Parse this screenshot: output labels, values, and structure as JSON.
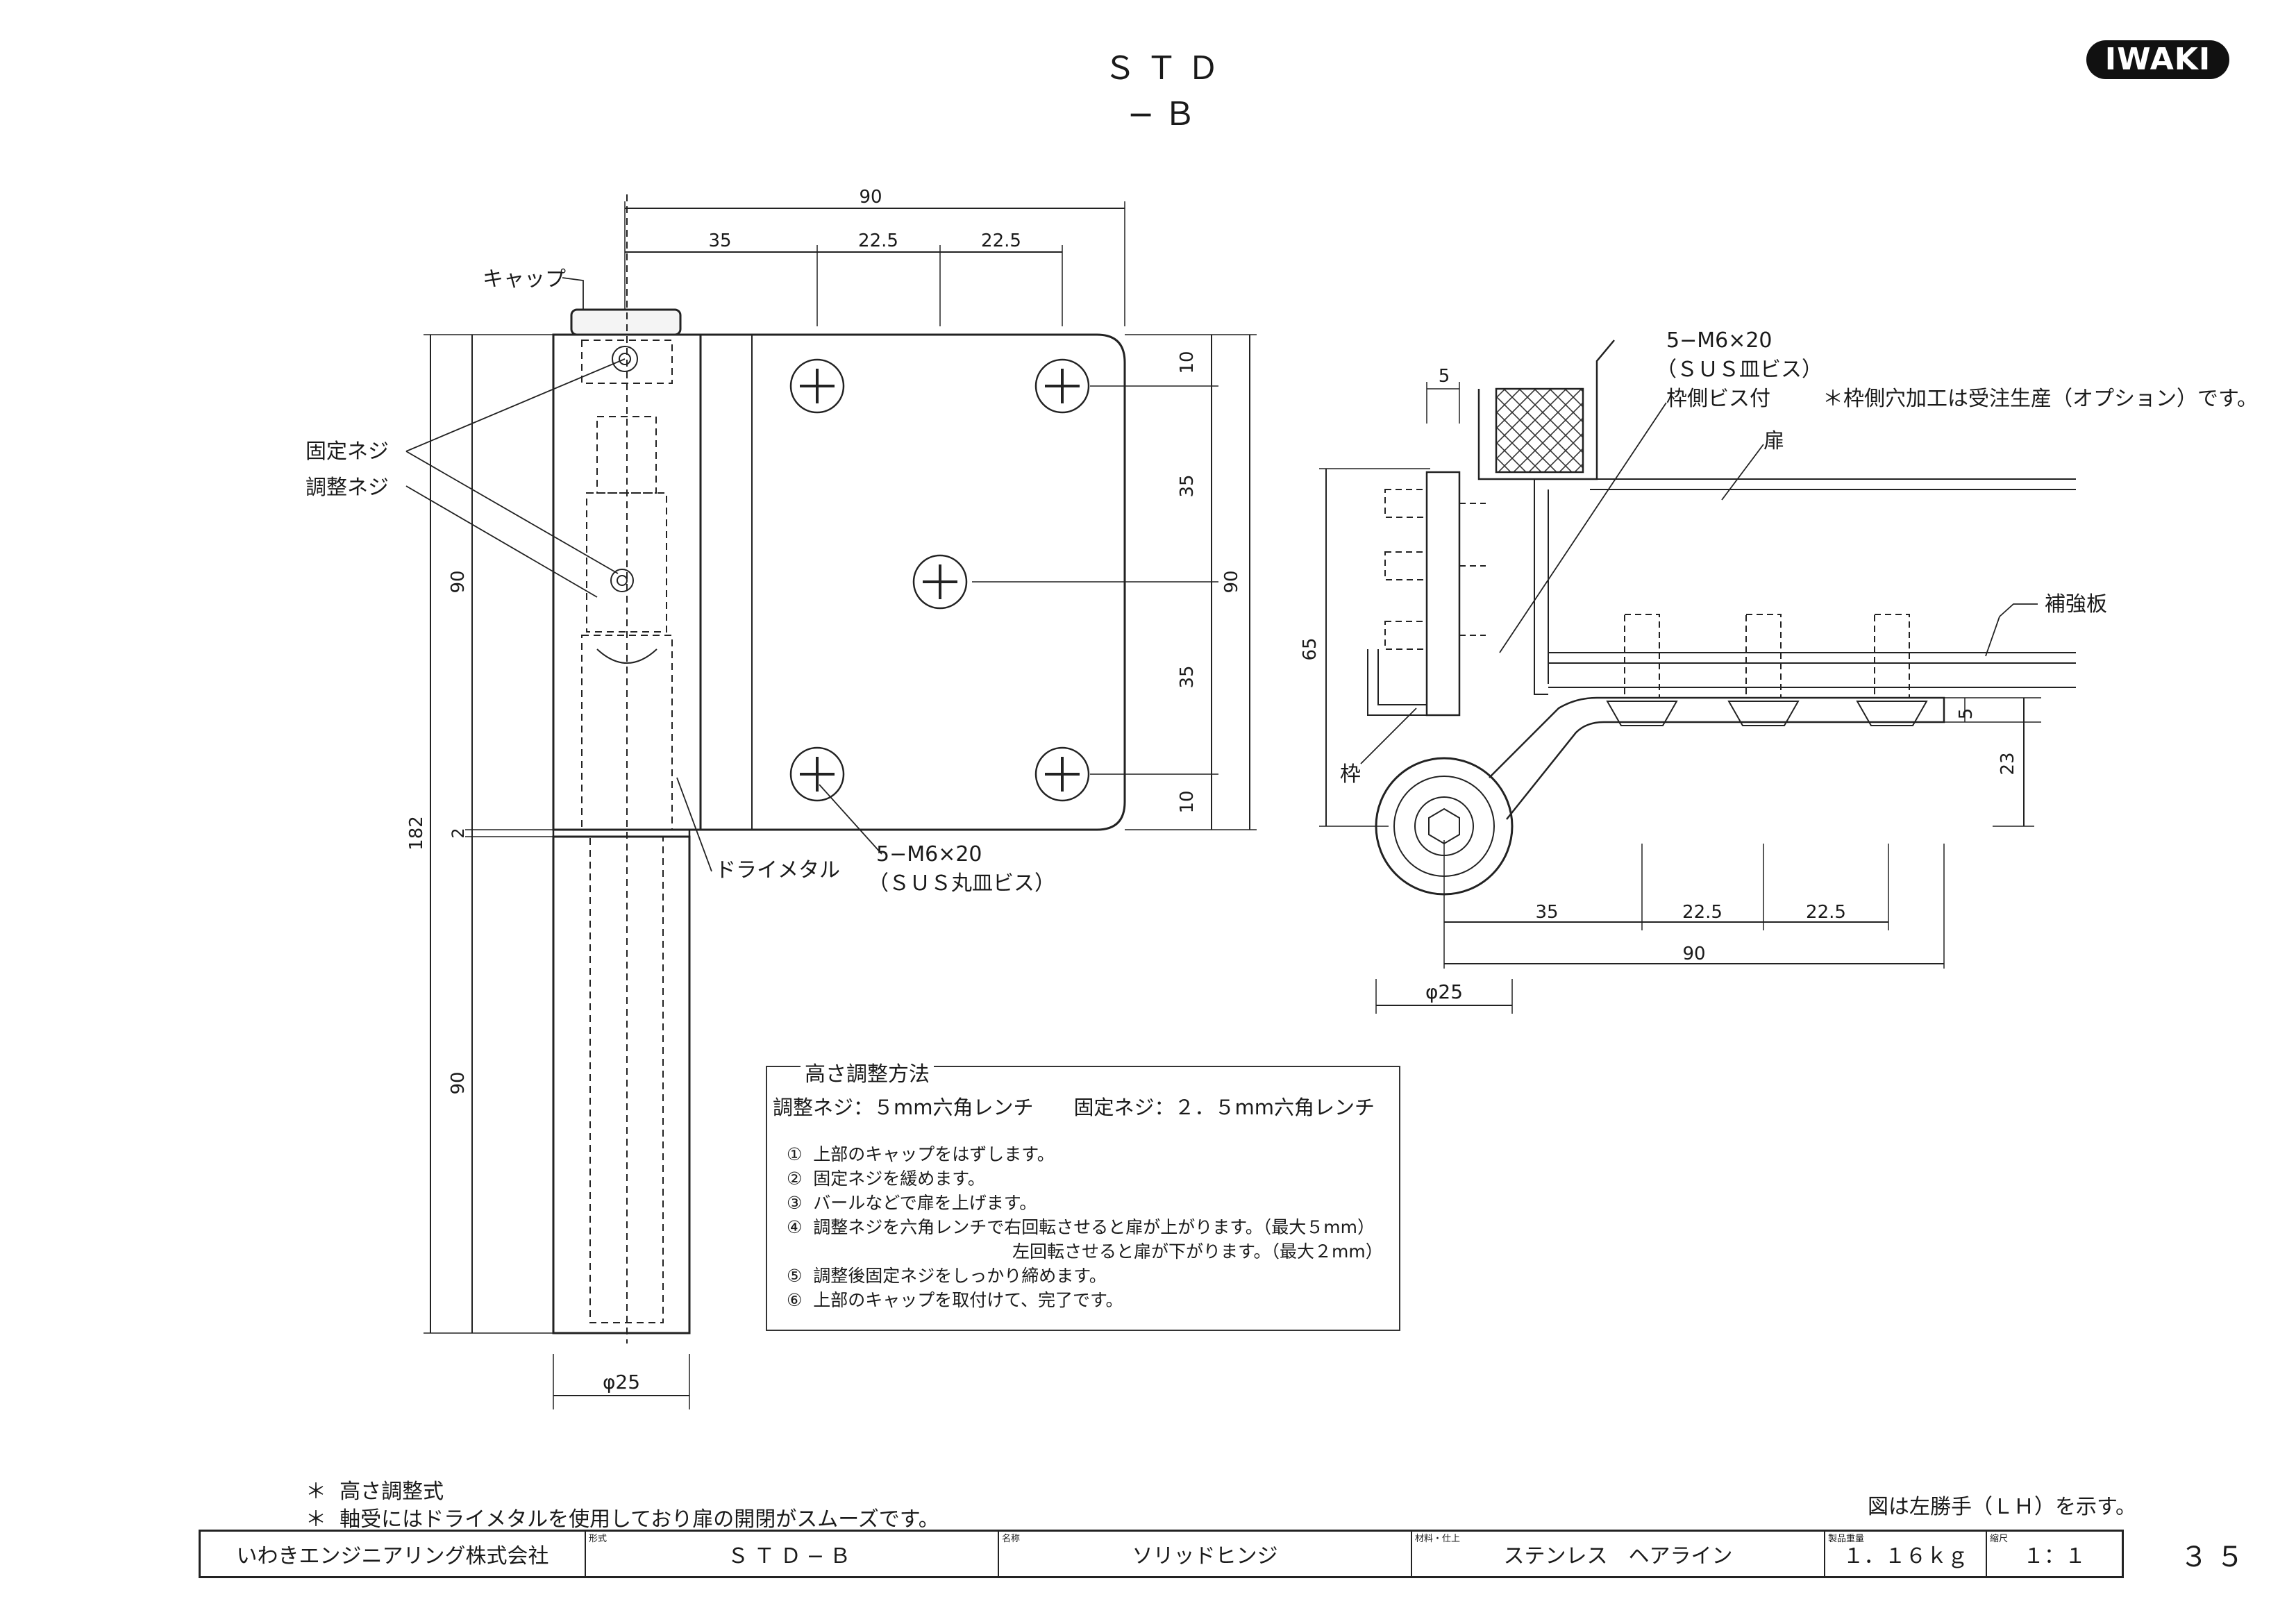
{
  "header": {
    "title": "ＳＴＤ−Ｂ",
    "logo": "IWAKI"
  },
  "front_view": {
    "dims": {
      "overall_width": "90",
      "d35": "35",
      "d22_5a": "22.5",
      "d22_5b": "22.5",
      "right_10_top": "10",
      "right_35_a": "35",
      "right_35_b": "35",
      "right_10_bot": "10",
      "right_90": "90",
      "left_90_top": "90",
      "left_2": "2",
      "left_182": "182",
      "left_90_bot": "90",
      "diameter": "φ25"
    },
    "labels": {
      "cap": "キャップ",
      "fixing_screw": "固定ネジ",
      "adjust_screw": "調整ネジ",
      "dry_metal": "ドライメタル",
      "screw_spec": "5−M6×20",
      "screw_type": "（ＳＵＳ丸皿ビス）"
    }
  },
  "section_view": {
    "dims": {
      "d5_top": "5",
      "d65": "65",
      "d5_right": "5",
      "d23": "23",
      "d35": "35",
      "d22_5a": "22.5",
      "d22_5b": "22.5",
      "d90": "90",
      "diameter": "φ25"
    },
    "labels": {
      "screw_spec": "5−M6×20",
      "screw_type": "（ＳＵＳ皿ビス）",
      "frame_screw": "枠側ビス付",
      "option_note": "＊枠側穴加工は受注生産（オプション）です。",
      "door": "扉",
      "reinforcement": "補強板",
      "frame": "枠"
    }
  },
  "height_adjustment": {
    "title": "高さ調整方法",
    "tools": "調整ネジ：５mm六角レンチ　　固定ネジ：２．５mm六角レンチ",
    "steps": [
      "①  上部のキャップをはずします。",
      "②  固定ネジを緩めます。",
      "③  バールなどで扉を上げます。",
      "④  調整ネジを六角レンチで右回転させると扉が上がります。（最大５mm）",
      "　　　　　　　　　　　　　左回転させると扉が下がります。（最大２mm）",
      "⑤  調整後固定ネジをしっかり締めます。",
      "⑥  上部のキャップを取付けて、完了です。"
    ]
  },
  "notes": [
    "＊  高さ調整式",
    "＊  軸受にはドライメタルを使用しており扉の開閉がスムーズです。"
  ],
  "figure_note": "図は左勝手（ＬＨ）を示す。",
  "title_block": {
    "company": "いわきエンジニアリング株式会社",
    "model_caption": "形式",
    "model": "ＳＴＤ−Ｂ",
    "name_caption": "名称",
    "name": "ソリッドヒンジ",
    "material_caption": "材料・仕上",
    "material": "ステンレス　ヘアライン",
    "weight_caption": "製品重量",
    "weight": "１．１６ｋｇ",
    "scale_caption": "縮尺",
    "scale": "１：１"
  },
  "page_number": "３５"
}
